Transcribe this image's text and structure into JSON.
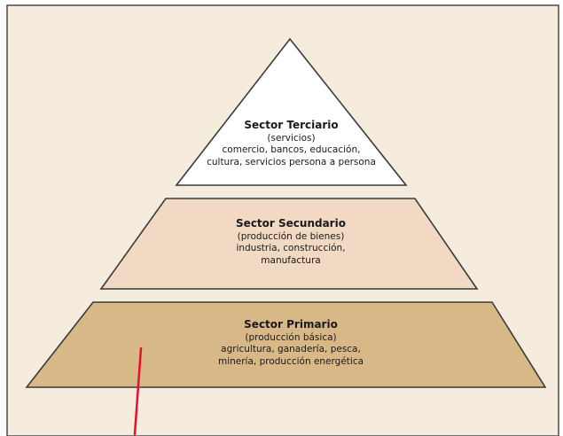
{
  "colors": {
    "background": "#f5ecdd",
    "frame": "#4a4a4a",
    "tier_terciario": "#ffffff",
    "tier_secundario": "#f1d9c3",
    "tier_primario": "#d9b888",
    "stroke": "#3a3a3a",
    "annotation": "#e8112d"
  },
  "pyramid": {
    "terciario": {
      "title": "Sector Terciario",
      "subtitle": "(servicios)",
      "line1": "comercio, bancos, educación,",
      "line2": "cultura, servicios persona a persona"
    },
    "secundario": {
      "title": "Sector Secundario",
      "subtitle": "(producción de bienes)",
      "line1": "industria, construcción,",
      "line2": "manufactura"
    },
    "primario": {
      "title": "Sector Primario",
      "subtitle": "(producción básica)",
      "line1": "agricultura, ganadería, pesca,",
      "line2": "minería, producción energética"
    }
  }
}
